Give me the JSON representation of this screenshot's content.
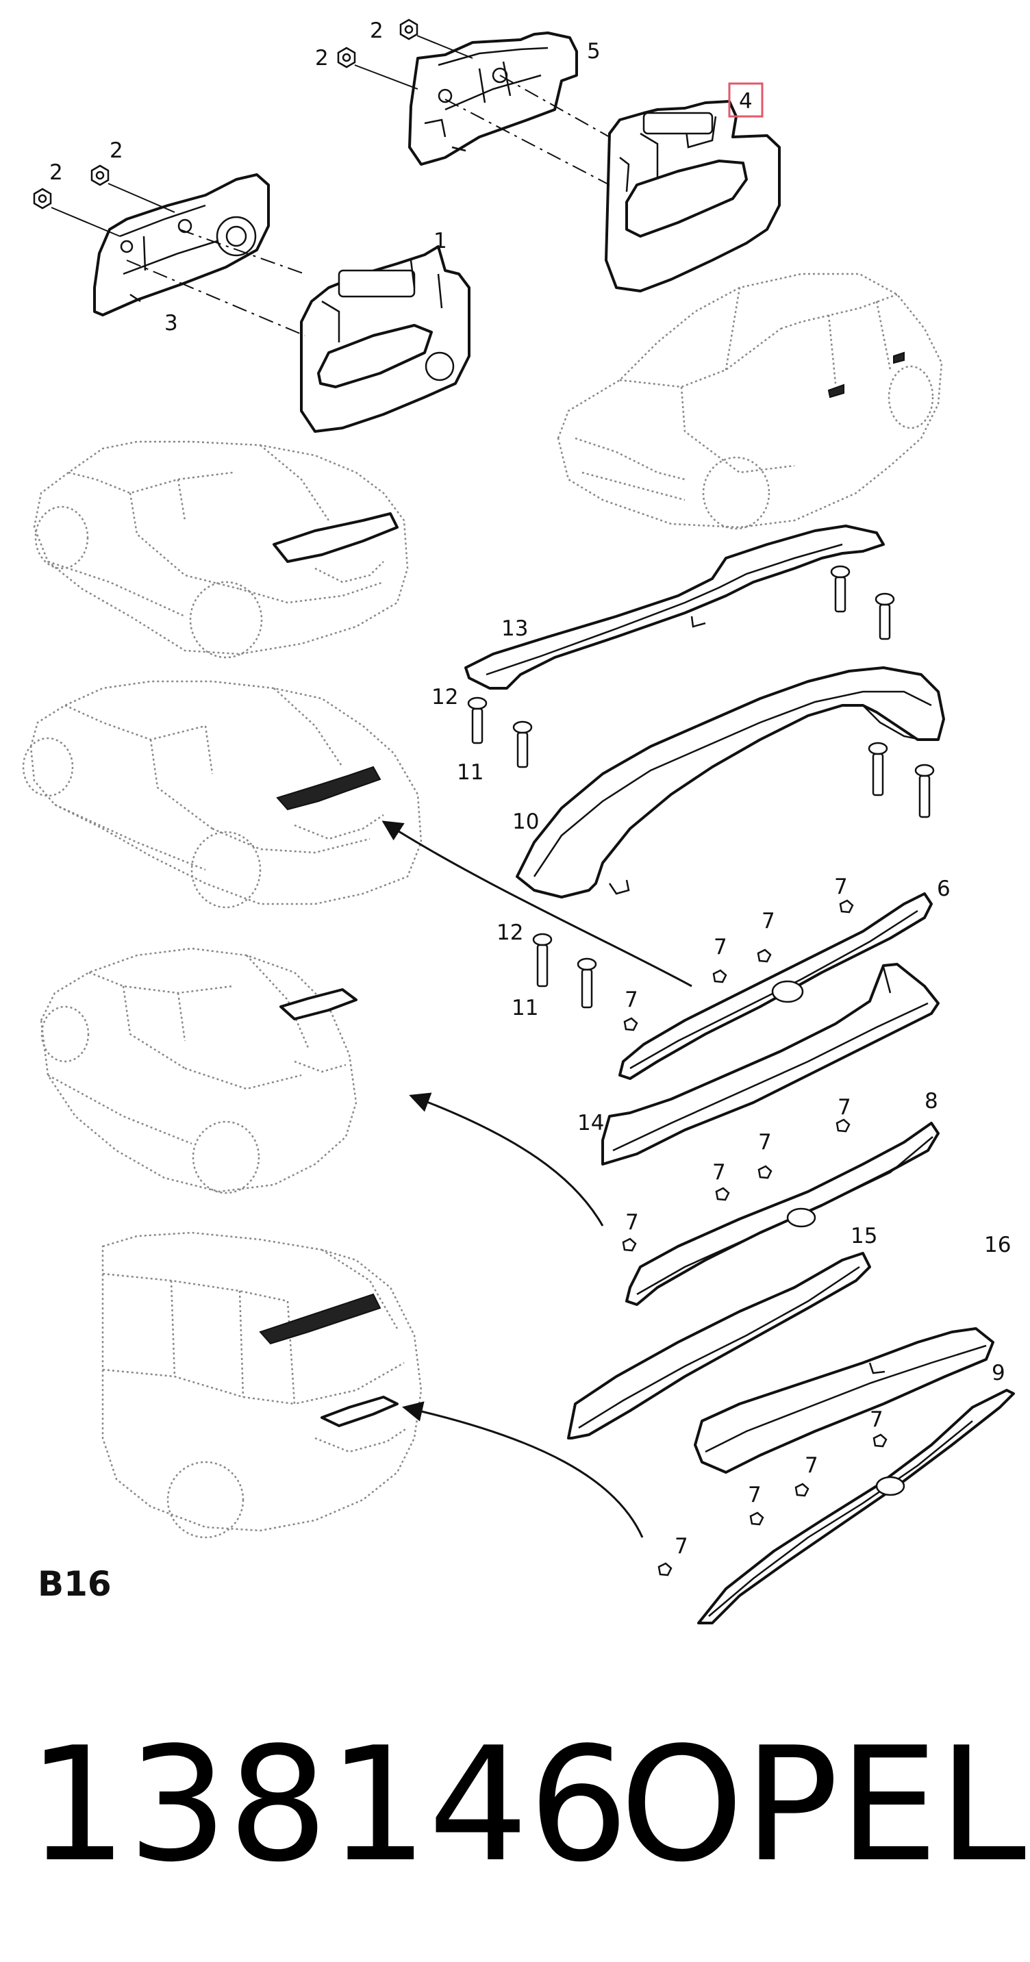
{
  "section_code": "B16",
  "part_number": "138146",
  "brand": "OPEL",
  "callouts": {
    "c1": "1",
    "c2": "2",
    "c3": "3",
    "c4": "4",
    "c5": "5",
    "c6": "6",
    "c7": "7",
    "c8": "8",
    "c9": "9",
    "c10": "10",
    "c11": "11",
    "c12": "12",
    "c13": "13",
    "c14": "14",
    "c15": "15",
    "c16": "16"
  },
  "colors": {
    "line": "#111111",
    "car_outline": "#888888",
    "highlight": "#e05a6a"
  }
}
